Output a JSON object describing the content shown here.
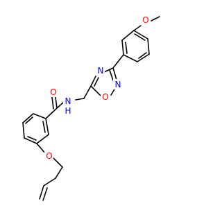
{
  "molecule": {
    "atoms": [
      {
        "id": "O_methoxy",
        "label": "O",
        "color": "#ff0000"
      },
      {
        "id": "N_ring_top",
        "label": "N",
        "color": "#0000ff"
      },
      {
        "id": "N_ring_bottom",
        "label": "N",
        "color": "#0000ff"
      },
      {
        "id": "O_ring",
        "label": "O",
        "color": "#ff0000"
      },
      {
        "id": "NH_amide",
        "label": "N",
        "color": "#0000ff"
      },
      {
        "id": "H_amide",
        "label": "H",
        "color": "#0000ff"
      },
      {
        "id": "O_carbonyl",
        "label": "O",
        "color": "#ff0000"
      },
      {
        "id": "O_ether",
        "label": "O",
        "color": "#ff0000"
      }
    ]
  },
  "colors": {
    "bond": "#000000",
    "oxygen": "#ff0000",
    "nitrogen": "#0000ff",
    "background": "#ffffff"
  }
}
